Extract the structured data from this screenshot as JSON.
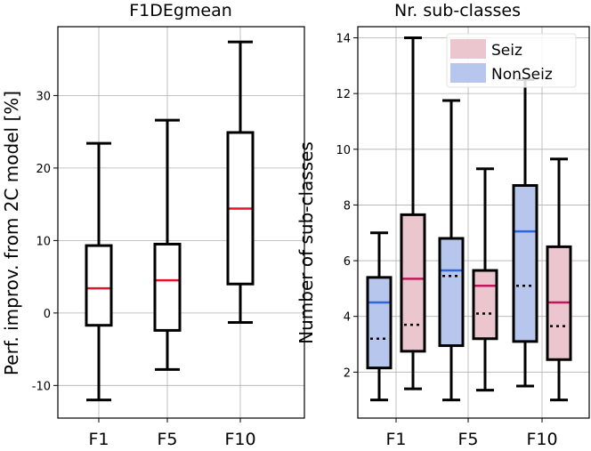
{
  "chart_data": [
    {
      "type": "boxplot",
      "title": "F1DEgmean",
      "xlabel": "",
      "ylabel": "Perf. improv. from 2C model [%]",
      "categories": [
        "F1",
        "F5",
        "F10"
      ],
      "ylim": [
        -14.5,
        39.5
      ],
      "yticks": [
        -10,
        0,
        10,
        20,
        30
      ],
      "grid": true,
      "colors": {
        "box_fill": "#ffffff",
        "median": "#e8132a",
        "edge": "#000000"
      },
      "series": [
        {
          "boxes": [
            {
              "category": "F1",
              "whisker_low": -12.0,
              "q1": -1.7,
              "median": 3.4,
              "q3": 9.3,
              "whisker_high": 23.4
            },
            {
              "category": "F5",
              "whisker_low": -7.8,
              "q1": -2.4,
              "median": 4.5,
              "q3": 9.5,
              "whisker_high": 26.6
            },
            {
              "category": "F10",
              "whisker_low": -1.3,
              "q1": 4.0,
              "median": 14.4,
              "q3": 24.9,
              "whisker_high": 37.4
            }
          ]
        }
      ]
    },
    {
      "type": "boxplot",
      "title": "Nr. sub-classes",
      "xlabel": "",
      "ylabel": "Number of sub-classes",
      "categories": [
        "F1",
        "F5",
        "F10"
      ],
      "ylim": [
        0.35,
        14.4
      ],
      "yticks": [
        2,
        4,
        6,
        8,
        10,
        12,
        14
      ],
      "grid": true,
      "legend_position": "top-right",
      "series": [
        {
          "name": "NonSeiz",
          "color": "#b6c6ec",
          "median_color": "#2f66e0",
          "boxes": [
            {
              "category": "F1",
              "whisker_low": 1.0,
              "q1": 2.15,
              "median": 4.5,
              "mean": 3.2,
              "q3": 5.4,
              "whisker_high": 7.0
            },
            {
              "category": "F5",
              "whisker_low": 1.0,
              "q1": 2.95,
              "median": 5.65,
              "mean": 5.45,
              "q3": 6.8,
              "whisker_high": 11.75
            },
            {
              "category": "F10",
              "whisker_low": 1.5,
              "q1": 3.1,
              "median": 7.05,
              "mean": 5.1,
              "q3": 8.7,
              "whisker_high": 12.5
            }
          ]
        },
        {
          "name": "Seiz",
          "color": "#ecc6cf",
          "median_color": "#c2185b",
          "boxes": [
            {
              "category": "F1",
              "whisker_low": 1.4,
              "q1": 2.75,
              "median": 5.35,
              "mean": 3.7,
              "q3": 7.65,
              "whisker_high": 14.0
            },
            {
              "category": "F5",
              "whisker_low": 1.35,
              "q1": 3.2,
              "median": 5.1,
              "mean": 4.1,
              "q3": 5.65,
              "whisker_high": 9.3
            },
            {
              "category": "F10",
              "whisker_low": 1.0,
              "q1": 2.45,
              "median": 4.5,
              "mean": 3.65,
              "q3": 6.5,
              "whisker_high": 9.65
            }
          ]
        }
      ],
      "legend": [
        "Seiz",
        "NonSeiz"
      ]
    }
  ]
}
